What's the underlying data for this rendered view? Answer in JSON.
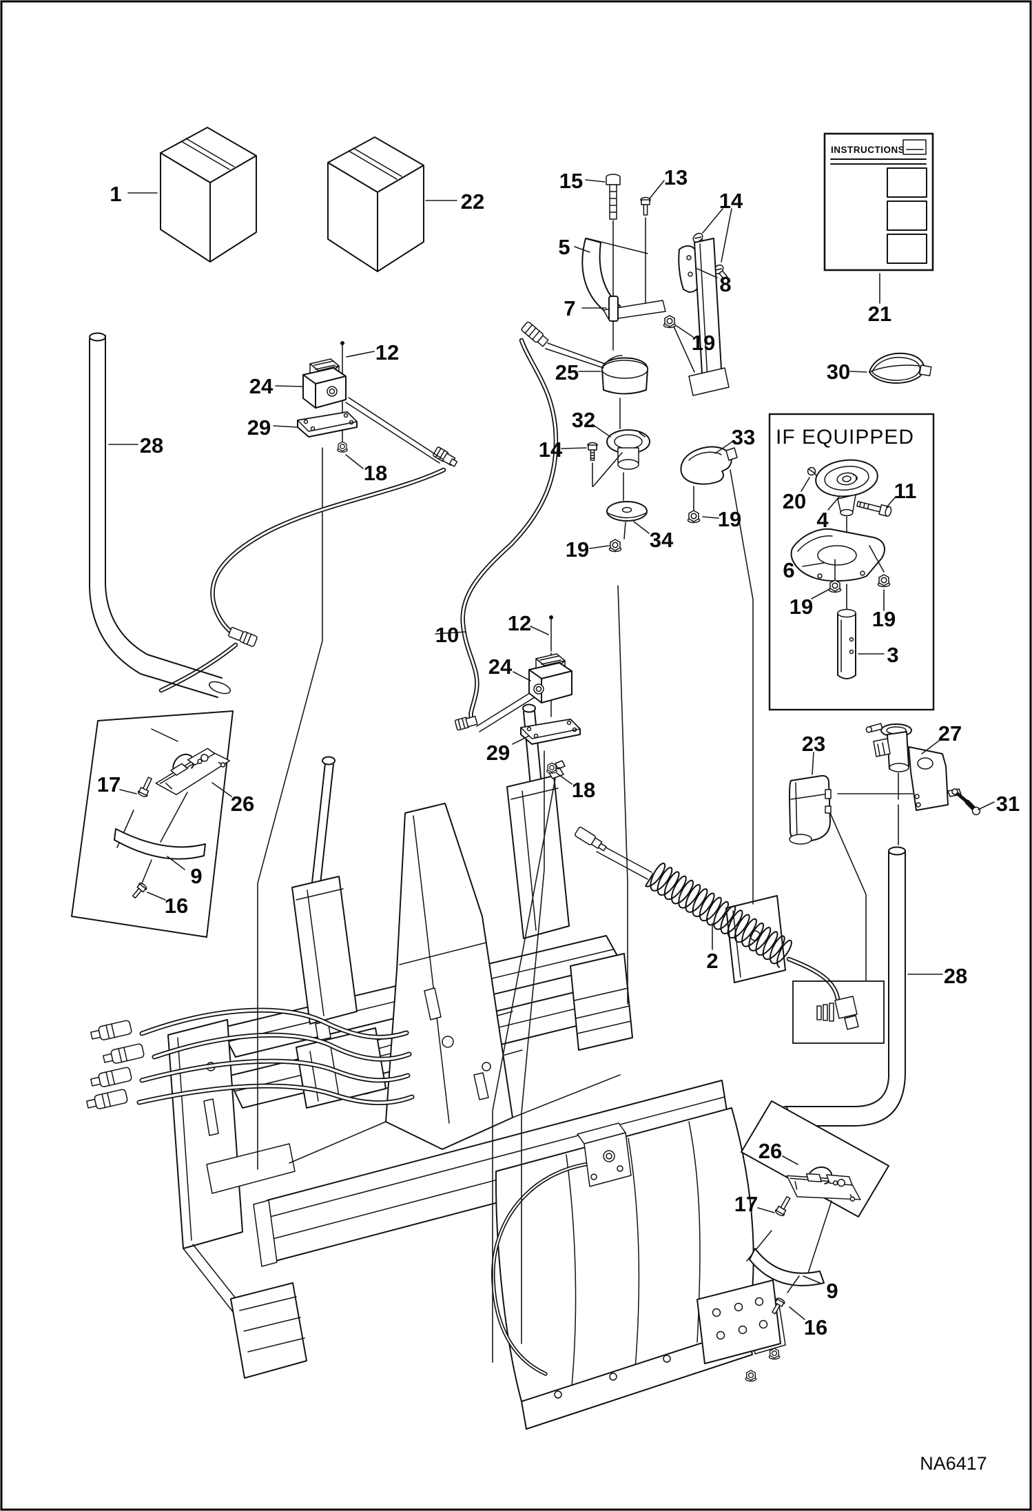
{
  "page": {
    "drawing_code": "NA6417"
  },
  "panels": {
    "if_equipped_title": "IF EQUIPPED",
    "instructions_title": "INSTRUCTIONS"
  },
  "callouts": {
    "c1": "1",
    "c22": "22",
    "c15": "15",
    "c13": "13",
    "c14a": "14",
    "c5": "5",
    "c8": "8",
    "c7": "7",
    "c19a": "19",
    "c21": "21",
    "c25": "25",
    "c30": "30",
    "c12a": "12",
    "c24a": "24",
    "c29a": "29",
    "c18a": "18",
    "c28a": "28",
    "c32": "32",
    "c33": "33",
    "c14b": "14",
    "c19b": "19",
    "c34": "34",
    "c19c": "19",
    "c20": "20",
    "c11": "11",
    "c4": "4",
    "c6": "6",
    "c19d": "19",
    "c19e": "19",
    "c3": "3",
    "c10": "10",
    "c12b": "12",
    "c24b": "24",
    "c29b": "29",
    "c18b": "18",
    "c23": "23",
    "c27": "27",
    "c31": "31",
    "c17a": "17",
    "c26a": "26",
    "c9a": "9",
    "c16a": "16",
    "c2": "2",
    "c28b": "28",
    "c26b": "26",
    "c17b": "17",
    "c9b": "9",
    "c16b": "16"
  }
}
